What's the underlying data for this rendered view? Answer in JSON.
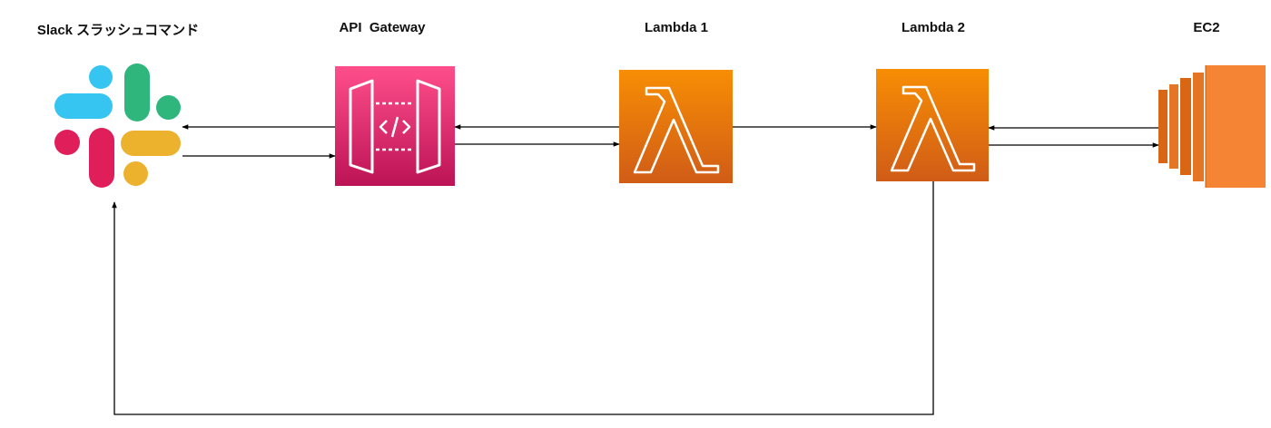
{
  "nodes": {
    "slack": {
      "label": "Slack スラッシュコマンド",
      "icon": "slack-icon"
    },
    "api_gateway": {
      "label": "API  Gateway",
      "icon": "api-gateway-icon"
    },
    "lambda1": {
      "label": "Lambda 1",
      "icon": "lambda-icon"
    },
    "lambda2": {
      "label": "Lambda 2",
      "icon": "lambda-icon"
    },
    "ec2": {
      "label": "EC2",
      "icon": "ec2-icon"
    }
  },
  "edges": [
    {
      "from": "api_gateway",
      "to": "slack"
    },
    {
      "from": "slack",
      "to": "api_gateway"
    },
    {
      "from": "lambda1",
      "to": "api_gateway"
    },
    {
      "from": "api_gateway",
      "to": "lambda1"
    },
    {
      "from": "lambda1",
      "to": "lambda2"
    },
    {
      "from": "ec2",
      "to": "lambda2"
    },
    {
      "from": "lambda2",
      "to": "ec2"
    },
    {
      "from": "lambda2",
      "to": "slack"
    }
  ],
  "colors": {
    "slack_blue": "#36C5F0",
    "slack_green": "#2EB67D",
    "slack_yellow": "#ECB22E",
    "slack_red": "#E01E5A",
    "api_gateway": "#E7157B",
    "lambda": "#F58536",
    "ec2": "#F58534",
    "arrow": "#000000"
  }
}
